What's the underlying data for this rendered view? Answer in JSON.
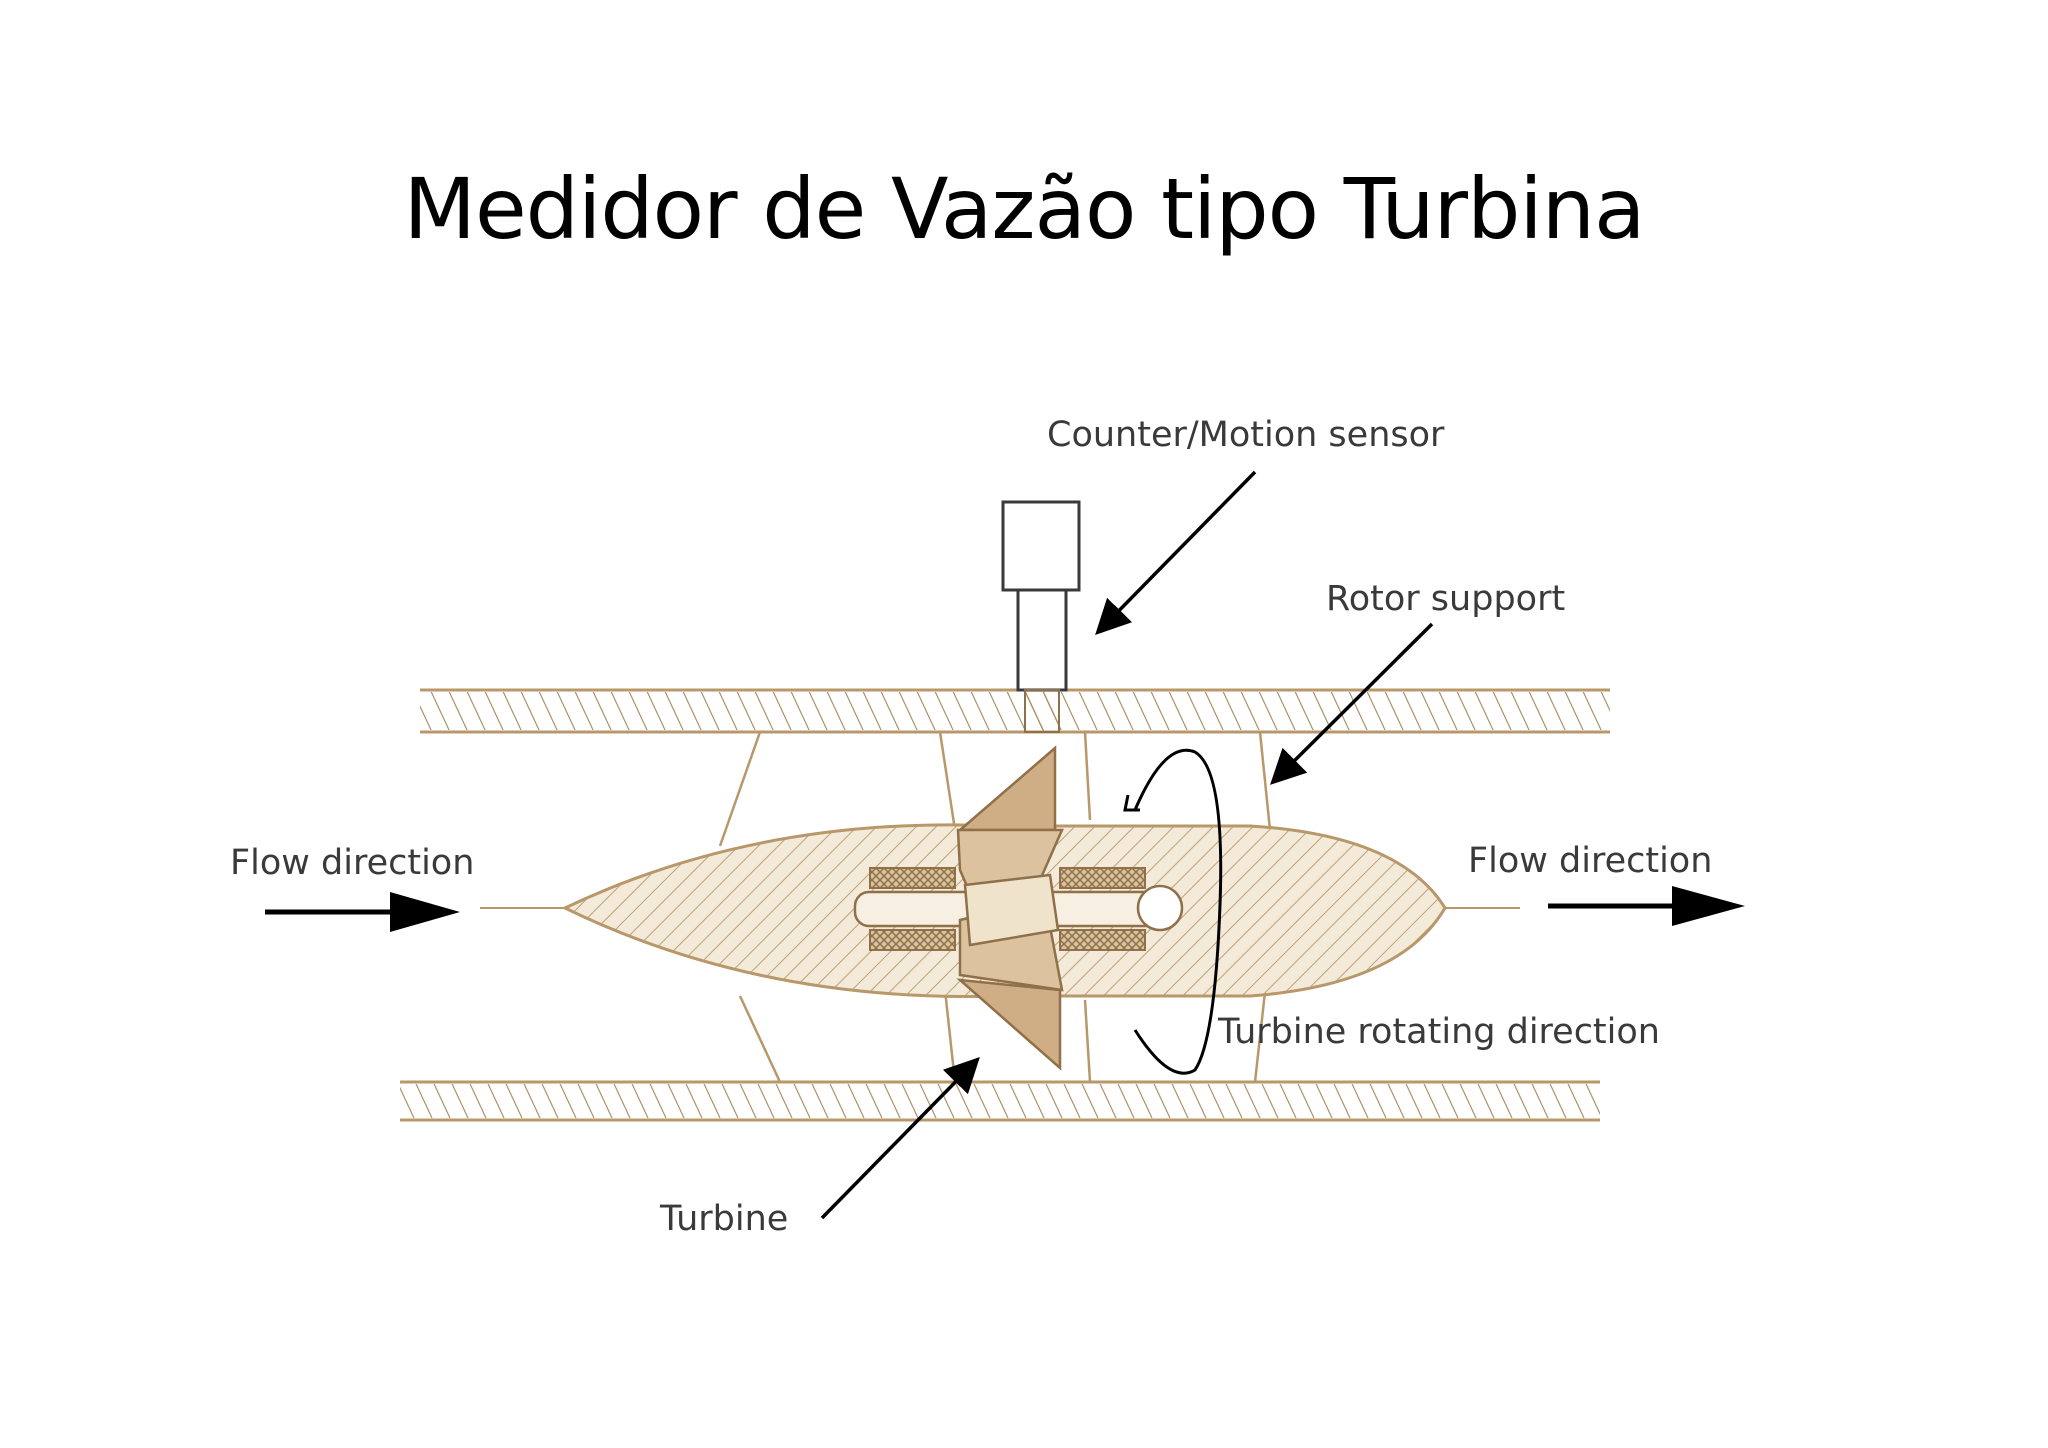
{
  "slide": {
    "title": "Medidor de Vazão tipo Turbina"
  },
  "diagram": {
    "labels": {
      "counter_sensor": "Counter/Motion sensor",
      "rotor_support": "Rotor support",
      "flow_in": "Flow direction",
      "flow_out": "Flow direction",
      "rotation": "Turbine rotating direction",
      "turbine": "Turbine"
    },
    "colors": {
      "line": "#b8986a",
      "fill": "#e8d9bf",
      "blade": "#cfae86",
      "arrow": "#000000",
      "text": "#3a3a3a"
    }
  }
}
